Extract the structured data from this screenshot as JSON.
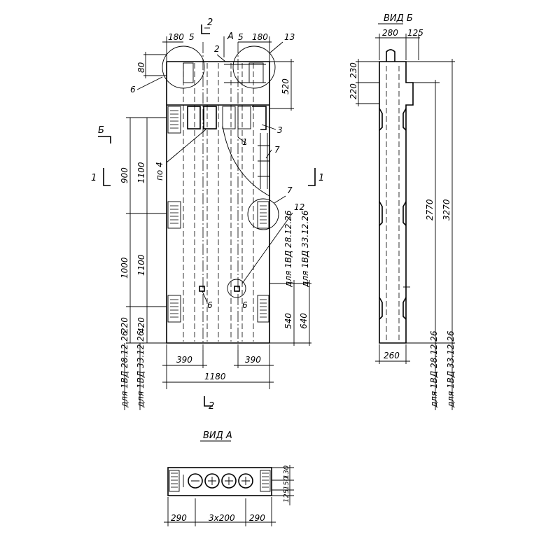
{
  "views": {
    "view_b_title": "ВИД Б",
    "view_a_title": "ВИД А"
  },
  "section_marks": {
    "section_2": "2",
    "cut_a": "А",
    "cut_b": "Б",
    "cut_1": "1"
  },
  "front_view": {
    "dim_top_left": "180",
    "dim_top_right": "180",
    "dim_80": "80",
    "dim_520": "520",
    "dims_left_outer": [
      "900",
      "1000",
      "220"
    ],
    "dims_left_inner": [
      "1100",
      "1100",
      "420"
    ],
    "dims_right_bottom": [
      "540",
      "640"
    ],
    "dim_bottom_left": "390",
    "dim_bottom_right": "390",
    "dim_overall": "1180",
    "note_po4": "по 4",
    "note_panel_1": "для 1ВД 28.12.26",
    "note_panel_2": "для 1ВД 33.12.26",
    "callouts": [
      "5",
      "5",
      "6",
      "2",
      "13",
      "3",
      "1",
      "7",
      "7",
      "12",
      "6",
      "6"
    ]
  },
  "view_b": {
    "dim_280": "280",
    "dim_125": "125",
    "dim_230": "230",
    "dim_220": "220",
    "dim_2770": "2770",
    "dim_3270": "3270",
    "dim_260": "260",
    "note_panel_1": "для 1ВД 28.12.26",
    "note_panel_2": "для 1ВД 33.12.26"
  },
  "view_a": {
    "dim_290_left": "290",
    "dim_3x200": "3x200",
    "dim_290_right": "290",
    "dims_right": [
      "130",
      "150",
      "125"
    ]
  }
}
